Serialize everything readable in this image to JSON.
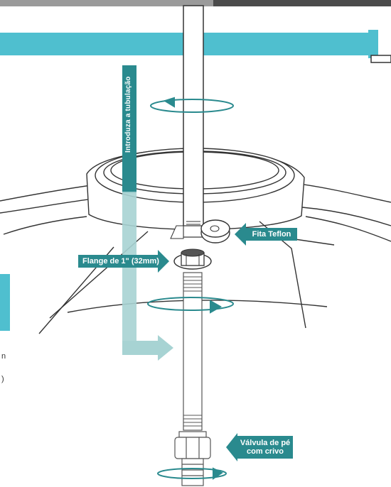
{
  "labels": {
    "vertical_instruction": "Introduza a tubulação",
    "fita": "Fita Teflon",
    "flange": "Flange de 1\" (32mm)",
    "valvula_line1": "Válvula de pé",
    "valvula_line2": "com crivo"
  },
  "edge_text": {
    "a": "n",
    "b": ")"
  },
  "colors": {
    "teal": "#2a8a8e",
    "light_teal": "#4fbfcf",
    "pale_teal": "#a7d3d3",
    "line": "#333333",
    "top_dark": "#4b4b4b"
  }
}
